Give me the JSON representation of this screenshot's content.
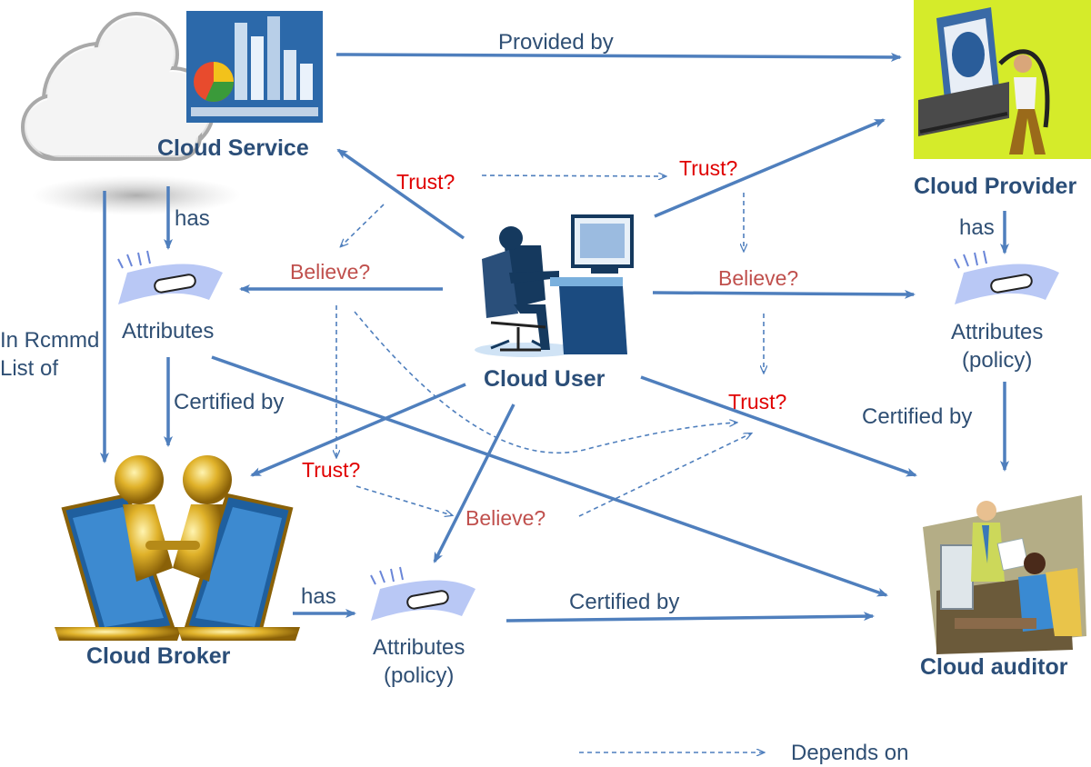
{
  "nodes": {
    "cloud_service": "Cloud Service",
    "cloud_provider": "Cloud Provider",
    "cloud_user": "Cloud User",
    "cloud_broker": "Cloud Broker",
    "cloud_auditor": "Cloud auditor"
  },
  "attributes": {
    "service": "Attributes",
    "provider": [
      "Attributes",
      "(policy)"
    ],
    "broker": [
      "Attributes",
      "(policy)"
    ]
  },
  "edges": {
    "provided_by": "Provided by",
    "has_service": "has",
    "has_provider": "has",
    "has_broker": "has",
    "in_rcmmd": [
      "In Rcmmd",
      "List of"
    ],
    "certified_by_service": "Certified by",
    "certified_by_provider": "Certified by",
    "certified_by_broker": "Certified by"
  },
  "questions": {
    "trust_service": "Trust?",
    "trust_provider": "Trust?",
    "trust_auditor": "Trust?",
    "trust_broker": "Trust?",
    "believe_service": "Believe?",
    "believe_provider": "Believe?",
    "believe_broker": "Believe?"
  },
  "legend": {
    "depends_on": "Depends on"
  },
  "colors": {
    "solid_arrow": "#4f7fbd",
    "dashed_arrow": "#4f7fbd",
    "node_text": "#2b4e78",
    "trust_text": "#e00000",
    "believe_text": "#c0504d"
  }
}
